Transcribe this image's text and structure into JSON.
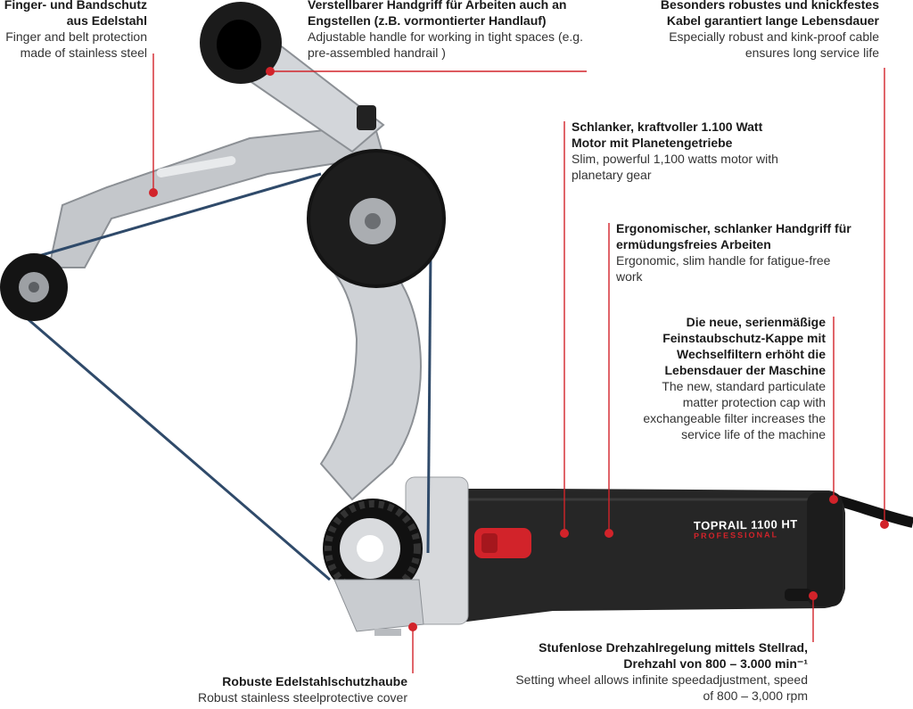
{
  "colors": {
    "accent": "#d2232a",
    "tool_body": "#262626",
    "steel": "#c9ccd0",
    "belt": "#2f4a6a"
  },
  "product": {
    "model": "TOPRAIL 1100 HT",
    "line": "PROFESSIONAL"
  },
  "callouts": {
    "guard": {
      "de": "Finger- und Bandschutz aus Edelstahl",
      "en": "Finger and belt protection made of stainless steel"
    },
    "handle_adjust": {
      "de": "Verstellbarer Handgriff für Arbeiten auch an Engstellen (z.B. vormontierter Handlauf)",
      "en": "Adjustable handle for working in tight spaces (e.g. pre-assembled handrail )"
    },
    "cable": {
      "de": "Besonders robustes und knickfestes Kabel garantiert lange Lebensdauer",
      "en": "Especially robust and kink-proof cable ensures long service life"
    },
    "motor": {
      "de": "Schlanker, kraftvoller 1.100 Watt Motor mit Planetengetriebe",
      "en": "Slim, powerful 1,100 watts motor with planetary gear"
    },
    "grip": {
      "de": "Ergonomischer, schlanker Handgriff für ermüdungsfreies Arbeiten",
      "en": "Ergonomic, slim handle for fatigue-free work"
    },
    "dust_cap": {
      "de": "Die neue, serienmäßige Feinstaubschutz-Kappe mit Wechselfiltern erhöht die Lebensdauer der Maschine",
      "en": "The new, standard particulate matter protection cap with exchangeable filter increases the service life of the machine"
    },
    "speed": {
      "de": "Stufenlose Drehzahlregelung mittels Stellrad, Drehzahl von 800 – 3.000 min⁻¹",
      "en": "Setting wheel allows infinite speedadjustment, speed of 800 – 3,000 rpm"
    },
    "cover": {
      "de": "Robuste Edelstahlschutzhaube",
      "en": "Robust stainless steelprotective cover"
    }
  }
}
